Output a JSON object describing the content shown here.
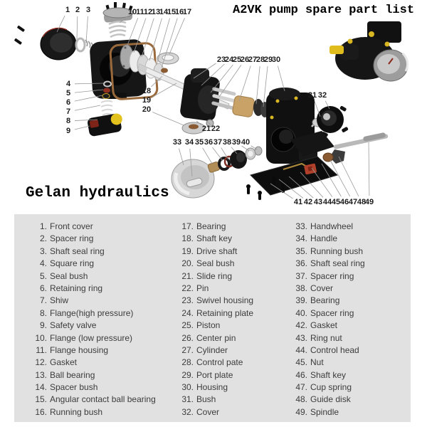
{
  "header": {
    "title": "A2VK pump spare part list",
    "brand": "Gelan hydraulics"
  },
  "diagram": {
    "callout_numbers": [
      "1",
      "2",
      "3",
      "4",
      "5",
      "6",
      "7",
      "8",
      "9",
      "10",
      "11",
      "12",
      "13",
      "14",
      "15",
      "16",
      "17",
      "18",
      "19",
      "20",
      "21",
      "22",
      "23",
      "24",
      "25",
      "26",
      "27",
      "28",
      "29",
      "30",
      "31",
      "32",
      "33",
      "34",
      "35",
      "36",
      "37",
      "38",
      "39",
      "40",
      "41",
      "42",
      "43",
      "44",
      "45",
      "46",
      "47",
      "48",
      "49"
    ]
  },
  "parts_list": {
    "columns": [
      {
        "items": [
          {
            "num": "1.",
            "label": "Front cover"
          },
          {
            "num": "2.",
            "label": "Spacer ring"
          },
          {
            "num": "3.",
            "label": "Shaft seal ring"
          },
          {
            "num": "4.",
            "label": "Square ring"
          },
          {
            "num": "5.",
            "label": "Seal bush"
          },
          {
            "num": "6.",
            "label": "Retaining ring"
          },
          {
            "num": "7.",
            "label": "Shiw"
          },
          {
            "num": "8.",
            "label": "Flange(high pressure)"
          },
          {
            "num": "9.",
            "label": "Safety valve"
          },
          {
            "num": "10.",
            "label": "Flange (low pressure)"
          },
          {
            "num": "11.",
            "label": "Flange housing"
          },
          {
            "num": "12.",
            "label": "Gasket"
          },
          {
            "num": "13.",
            "label": "Ball bearing"
          },
          {
            "num": "14.",
            "label": "Spacer bush"
          },
          {
            "num": "15.",
            "label": "Angular contact ball bearing"
          },
          {
            "num": "16.",
            "label": "Running bush"
          }
        ]
      },
      {
        "items": [
          {
            "num": "17.",
            "label": "Bearing"
          },
          {
            "num": "18.",
            "label": "Shaft key"
          },
          {
            "num": "19.",
            "label": "Drive shaft"
          },
          {
            "num": "20.",
            "label": "Seal bush"
          },
          {
            "num": "21.",
            "label": "Slide ring"
          },
          {
            "num": "22.",
            "label": "Pin"
          },
          {
            "num": "23.",
            "label": "Swivel housing"
          },
          {
            "num": "24.",
            "label": "Retaining plate"
          },
          {
            "num": "25.",
            "label": "Piston"
          },
          {
            "num": "26.",
            "label": "Center pin"
          },
          {
            "num": "27.",
            "label": "Cylinder"
          },
          {
            "num": "28.",
            "label": "Control pate"
          },
          {
            "num": "29.",
            "label": "Port plate"
          },
          {
            "num": "30.",
            "label": "Housing"
          },
          {
            "num": "31.",
            "label": "Bush"
          },
          {
            "num": "32.",
            "label": "Cover"
          }
        ]
      },
      {
        "items": [
          {
            "num": "33.",
            "label": "Handwheel"
          },
          {
            "num": "34.",
            "label": "Handle"
          },
          {
            "num": "35.",
            "label": "Running bush"
          },
          {
            "num": "36.",
            "label": "Shaft seal ring"
          },
          {
            "num": "37.",
            "label": "Spacer ring"
          },
          {
            "num": "38.",
            "label": "Cover"
          },
          {
            "num": "39.",
            "label": "Bearing"
          },
          {
            "num": "40.",
            "label": "Spacer ring"
          },
          {
            "num": "42.",
            "label": "Gasket"
          },
          {
            "num": "43.",
            "label": "Ring nut"
          },
          {
            "num": "44.",
            "label": "Control head"
          },
          {
            "num": "45.",
            "label": "Nut"
          },
          {
            "num": "46.",
            "label": "Shaft key"
          },
          {
            "num": "47.",
            "label": "Cup spring"
          },
          {
            "num": "48.",
            "label": "Guide disk"
          },
          {
            "num": "49.",
            "label": "Spindle"
          }
        ]
      }
    ]
  },
  "colors": {
    "panel_bg": "#e1e1e1",
    "list_text": "#3c3c3c",
    "accent_yellow": "#d8b722",
    "gasket_brown": "#9a6a3c",
    "housing_black": "#101010"
  }
}
